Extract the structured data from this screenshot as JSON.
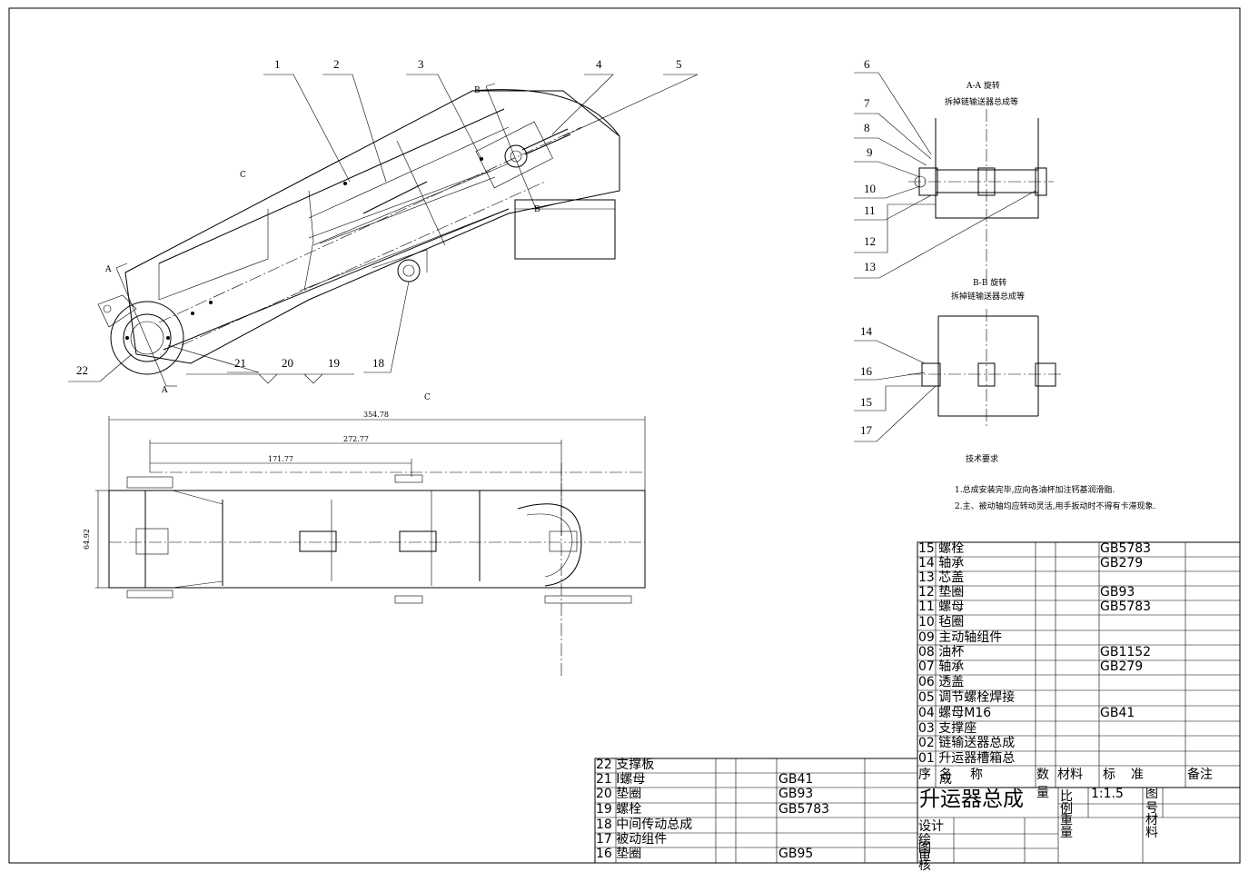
{
  "callouts": [
    "1",
    "2",
    "3",
    "4",
    "5",
    "6",
    "7",
    "8",
    "9",
    "10",
    "11",
    "12",
    "13",
    "14",
    "15",
    "16",
    "17",
    "18",
    "19",
    "20",
    "21",
    "22"
  ],
  "section_marks": {
    "a": "A",
    "b": "B",
    "c": "C",
    "b_lower": "B",
    "c_top": "C",
    "c_under": "C"
  },
  "views": {
    "aa_title": "A-A 旋转",
    "aa_sub": "拆掉链输送器总成等",
    "bb_title": "B-B 旋转",
    "bb_sub": "拆掉链输送器总成等"
  },
  "dimensions": {
    "d1": "354.78",
    "d2": "272.77",
    "d3": "171.77",
    "d4": "64.92"
  },
  "tech": {
    "title": "技术要求",
    "line1": "1.总成安装完毕,应向各油杯加注钙基润滑脂.",
    "line2": "2.主、被动轴均应转动灵活,用手扳动时不得有卡滞现象."
  },
  "parts_right": [
    {
      "no": "15",
      "name": "螺栓",
      "std": "GB5783"
    },
    {
      "no": "14",
      "name": "轴承",
      "std": "GB279"
    },
    {
      "no": "13",
      "name": "芯盖",
      "std": ""
    },
    {
      "no": "12",
      "name": "垫圈",
      "std": "GB93"
    },
    {
      "no": "11",
      "name": "螺母",
      "std": "GB5783"
    },
    {
      "no": "10",
      "name": "毡圈",
      "std": ""
    },
    {
      "no": "09",
      "name": "主动轴组件",
      "std": ""
    },
    {
      "no": "08",
      "name": "油杯",
      "std": "GB1152"
    },
    {
      "no": "07",
      "name": "轴承",
      "std": "GB279"
    },
    {
      "no": "06",
      "name": "透盖",
      "std": ""
    },
    {
      "no": "05",
      "name": "调节螺栓焊接",
      "std": ""
    },
    {
      "no": "04",
      "name": "螺母M16",
      "std": "GB41"
    },
    {
      "no": "03",
      "name": "支撑座",
      "std": ""
    },
    {
      "no": "02",
      "name": "链输送器总成",
      "std": ""
    },
    {
      "no": "01",
      "name": "升运器槽箱总",
      "std": ""
    }
  ],
  "parts_left": [
    {
      "no": "22",
      "name": "支撑板",
      "std": ""
    },
    {
      "no": "21",
      "name": "I螺母",
      "std": "GB41"
    },
    {
      "no": "20",
      "name": "垫圈",
      "std": "GB93"
    },
    {
      "no": "19",
      "name": "螺栓",
      "std": "GB5783"
    },
    {
      "no": "18",
      "name": "中间传动总成",
      "std": ""
    },
    {
      "no": "17",
      "name": "被动组件",
      "std": ""
    },
    {
      "no": "16",
      "name": "垫圈",
      "std": "GB95"
    }
  ],
  "header_row": {
    "seq": "序",
    "name_a": "名",
    "name_b": "称",
    "qty": "数",
    "material": "材料",
    "std_a": "标",
    "std_b": "准",
    "note": "备注",
    "cheng": "成",
    "liang": "量"
  },
  "title_block": {
    "title": "升运器总成",
    "bi": "比",
    "li": "例",
    "scale": "1:1.5",
    "tu": "图",
    "hao": "号",
    "cai": "材",
    "liao": "料",
    "zhong": "重",
    "liang": "量",
    "sheji": "设计",
    "huitu": "绘",
    "tu2": "图",
    "shen": "审",
    "he": "核"
  }
}
